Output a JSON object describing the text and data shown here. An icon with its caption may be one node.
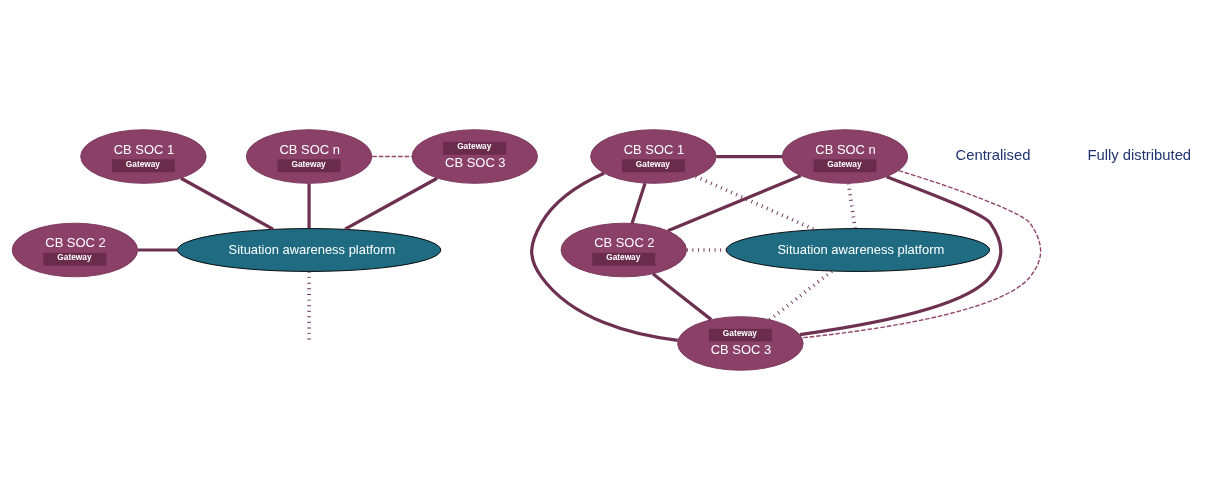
{
  "diagram": {
    "nodes": [
      {
        "text": [
          "CB SOC 1",
          "Gateway"
        ]
      },
      {
        "text": [
          "CB SOC n",
          "Gateway"
        ]
      },
      {
        "text": [
          "CB SOC 2",
          "Gateway"
        ]
      },
      {
        "text": [
          "Situation awareness platform"
        ]
      },
      {
        "text": [
          "Gateway",
          "CB SOC 3"
        ]
      },
      {
        "text": [
          "CB SOC 1",
          "Gateway"
        ]
      },
      {
        "text": [
          "CB SOC n",
          "Gateway"
        ]
      },
      {
        "text": [
          "CB SOC 2",
          "Gateway"
        ]
      },
      {
        "text": [
          "Situation awareness platform"
        ]
      },
      {
        "text": [
          "Gateway",
          "CB SOC 3"
        ]
      }
    ],
    "edges": [
      {
        "from": 0,
        "to": 3,
        "arrow": "none"
      },
      {
        "from": 1,
        "to": 3,
        "arrow": "none"
      },
      {
        "from": 2,
        "to": 3,
        "arrow": "none"
      },
      {
        "from": 4,
        "to": 3,
        "arrow": "none"
      },
      {
        "from": 3,
        "to": null,
        "arrow": "none",
        "style": "dashed"
      },
      {
        "from": 1,
        "to": 4,
        "arrow": "none",
        "style": "dashed",
        "color": "#93456e"
      },
      {
        "from": 5,
        "to": 6,
        "arrow": "none"
      },
      {
        "from": 5,
        "to": 7,
        "arrow": "none"
      },
      {
        "from": 5,
        "to": 9,
        "arrow": "none"
      },
      {
        "from": 6,
        "to": 7,
        "arrow": "none"
      },
      {
        "from": 6,
        "to": 9,
        "arrow": "none"
      },
      {
        "from": 7,
        "to": 9,
        "arrow": "none"
      },
      {
        "from": 5,
        "to": 8,
        "arrow": "none",
        "style": "dashed"
      },
      {
        "from": 6,
        "to": 8,
        "arrow": "none",
        "style": "dashed"
      },
      {
        "from": 7,
        "to": 8,
        "arrow": "none",
        "style": "dashed"
      },
      {
        "from": 9,
        "to": 8,
        "arrow": "none",
        "style": "dashed"
      },
      {
        "from": 6,
        "to": 9,
        "arrow": "none",
        "style": "dashed",
        "color": "#93456e"
      }
    ],
    "labels": [
      "Centralised",
      "Fully distributed"
    ]
  }
}
